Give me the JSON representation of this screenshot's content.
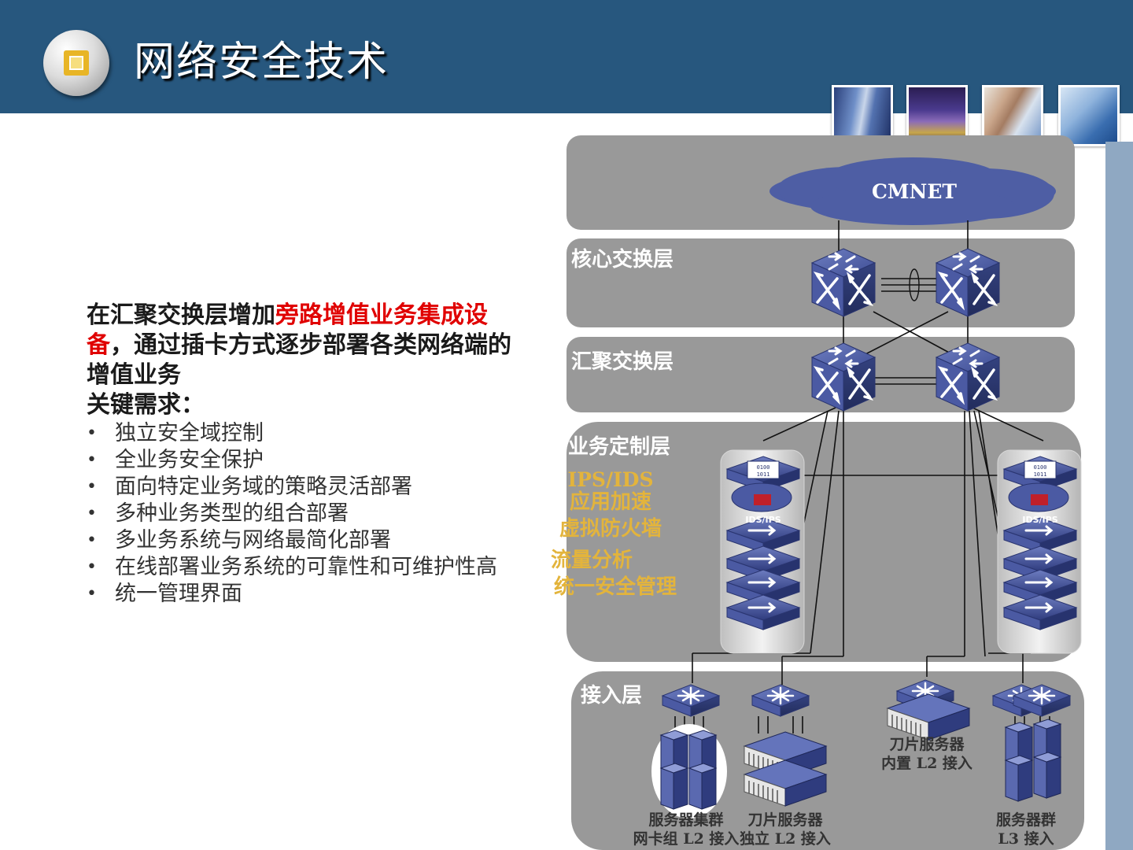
{
  "header": {
    "title": "网络安全技术",
    "icon": "square-bullet-icon",
    "thumbnails": [
      "building-photo",
      "city-night-photo",
      "phone-call-photo",
      "skyscraper-photo"
    ]
  },
  "left": {
    "lead_prefix": "在汇聚交换层增加",
    "lead_highlight": "旁路增值业务集成设备",
    "lead_suffix": "，通过插卡方式逐步部署各类网络端的增值业务",
    "key_heading": "关键需求：",
    "bullets": [
      "独立安全域控制",
      "全业务安全保护",
      "面向特定业务域的策略灵活部署",
      "多种业务类型的组合部署",
      "多业务系统与网络最简化部署",
      "在线部署业务系统的可靠性和可维护性高",
      "统一管理界面"
    ]
  },
  "diagram": {
    "cloud_label": "CMNET",
    "layers": {
      "core": "核心交换层",
      "aggregation": "汇聚交换层",
      "service": "业务定制层",
      "access": "接入层"
    },
    "services": [
      "IPS/IDS",
      "应用加速",
      "虚拟防火墙",
      "流量分析",
      "统一安全管理"
    ],
    "card_label": "IDS/IPS",
    "access_captions": {
      "cluster_nic": [
        "服务器集群",
        "网卡组 L2 接入"
      ],
      "blade_standalone": [
        "刀片服务器",
        "独立 L2 接入"
      ],
      "blade_builtin": [
        "刀片服务器",
        "内置 L2 接入"
      ],
      "cluster_l3": [
        "服务器群",
        "L3 接入"
      ]
    }
  },
  "colors": {
    "header_bg": "#27577e",
    "panel_gray": "#999999",
    "device_blue": "#3b4a8f",
    "service_gold": "#e3b43c",
    "highlight_red": "#e00000",
    "cloud": "#4e5ea4"
  }
}
